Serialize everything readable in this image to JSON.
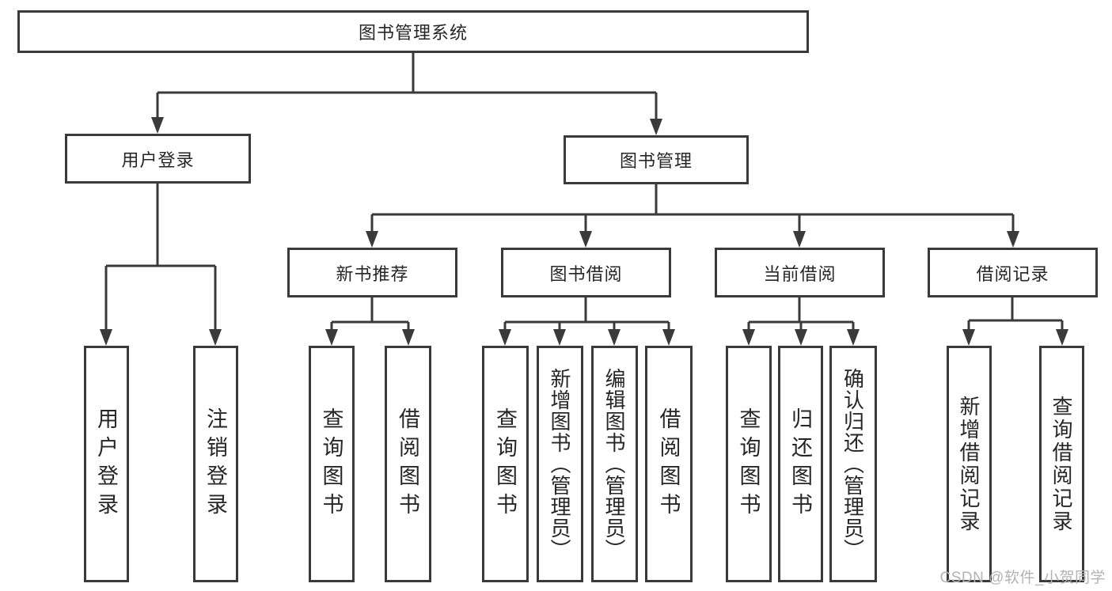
{
  "tree": {
    "root": {
      "label": "图书管理系统",
      "children": [
        {
          "label": "用户登录",
          "children": [
            {
              "label": "用户登录"
            },
            {
              "label": "注销登录"
            }
          ]
        },
        {
          "label": "图书管理",
          "children": [
            {
              "label": "新书推荐",
              "children": [
                {
                  "label": "查询图书"
                },
                {
                  "label": "借阅图书"
                }
              ]
            },
            {
              "label": "图书借阅",
              "children": [
                {
                  "label": "查询图书"
                },
                {
                  "label": "新增图书（管理员）"
                },
                {
                  "label": "编辑图书（管理员）"
                },
                {
                  "label": "借阅图书"
                }
              ]
            },
            {
              "label": "当前借阅",
              "children": [
                {
                  "label": "查询图书"
                },
                {
                  "label": "归还图书"
                },
                {
                  "label": "确认归还（管理员）"
                }
              ]
            },
            {
              "label": "借阅记录",
              "children": [
                {
                  "label": "新增借阅记录"
                },
                {
                  "label": "查询借阅记录"
                }
              ]
            }
          ]
        }
      ]
    }
  },
  "watermark": {
    "text": "CSDN @软件_小贺同学"
  },
  "colors": {
    "line": "#3a3a3a",
    "text": "#262626",
    "box_background": "#ffffff",
    "watermark": "#b3b3b6"
  }
}
